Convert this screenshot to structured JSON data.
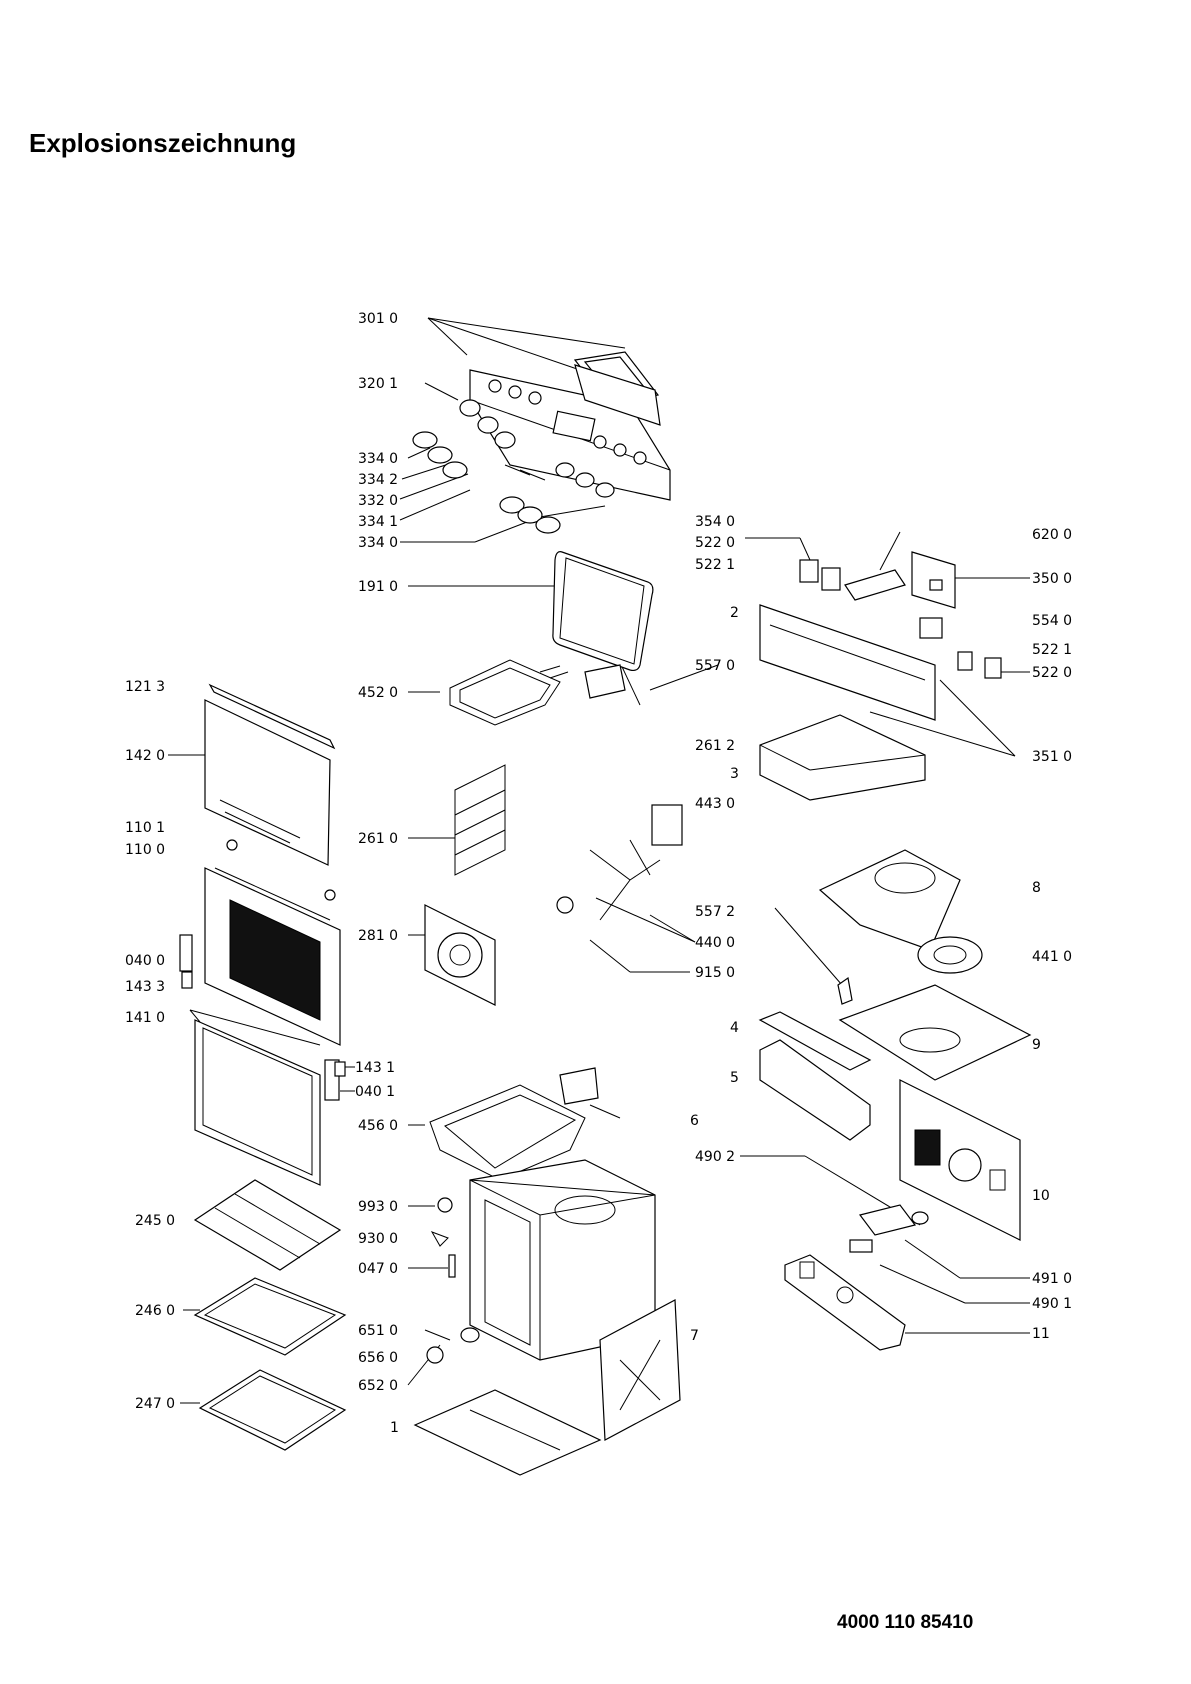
{
  "title": "Explosionszeichnung",
  "document_number": "4000 110 85410",
  "labels": {
    "l3010": "301 0",
    "l3201": "320 1",
    "l3340a": "334 0",
    "l3342": "334 2",
    "l3320": "332 0",
    "l3341": "334 1",
    "l3340b": "334 0",
    "l1910": "191 0",
    "l4520": "452 0",
    "l2610": "261 0",
    "l2810": "281 0",
    "l1213": "121 3",
    "l1420": "142 0",
    "l1101": "110 1",
    "l1100": "110 0",
    "l0400": "040 0",
    "l1433": "143 3",
    "l1410": "141 0",
    "l1431": "143 1",
    "l0401": "040 1",
    "l4560": "456 0",
    "l9930": "993 0",
    "l9300": "930 0",
    "l0470": "047 0",
    "l6510": "651 0",
    "l6560": "656 0",
    "l6520": "652 0",
    "l2450": "245 0",
    "l2460": "246 0",
    "l2470": "247 0",
    "n1": "1",
    "n7": "7",
    "l3540": "354 0",
    "l5220a": "522 0",
    "l5221a": "522 1",
    "l6200": "620 0",
    "l3500": "350 0",
    "n2": "2",
    "l5540": "554 0",
    "l5221b": "522 1",
    "l5220b": "522 0",
    "l5570": "557 0",
    "l2612": "261 2",
    "n3": "3",
    "l3510": "351 0",
    "l4430": "443 0",
    "n8": "8",
    "l5572": "557 2",
    "l4400": "440 0",
    "l9150": "915 0",
    "l4410": "441 0",
    "n4": "4",
    "n9": "9",
    "n5": "5",
    "n6": "6",
    "l4902": "490 2",
    "n10": "10",
    "l4910": "491 0",
    "l4901": "490 1",
    "n11": "11"
  }
}
